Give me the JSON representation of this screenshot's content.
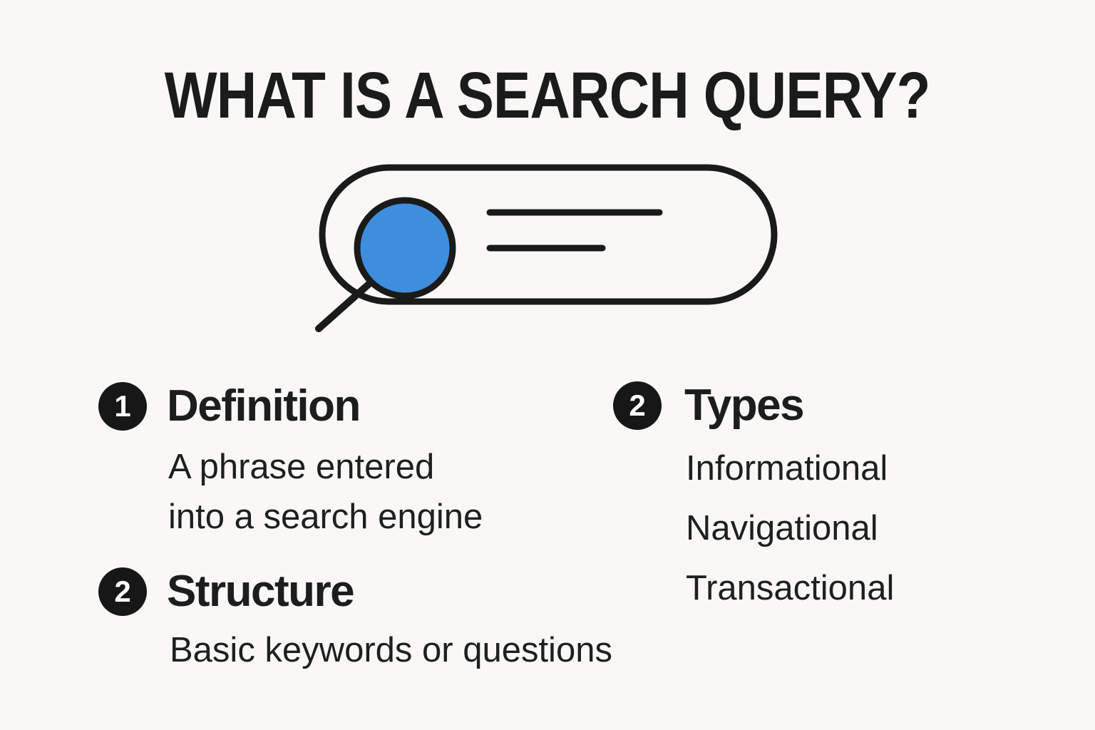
{
  "title": "WHAT IS A SEARCH QUERY?",
  "illustration": {
    "description": "search bar pill with magnifying glass lens and two placeholder text lines",
    "lens_color": "#3E8EDE",
    "outline_color": "#1A1A1A"
  },
  "left_column": {
    "items": [
      {
        "badge": "1",
        "heading": "Definition",
        "lines": [
          "A phrase entered",
          "into a search engine"
        ]
      },
      {
        "badge": "2",
        "heading": "Structure",
        "lines": [
          "Basic keywords or questions"
        ]
      }
    ]
  },
  "right_column": {
    "items": [
      {
        "badge": "2",
        "heading": "Types",
        "lines": [
          "Informational",
          "Navigational",
          "Transactional"
        ]
      }
    ]
  },
  "colors": {
    "background": "#F9F8F6",
    "text": "#1D1D1D",
    "badge_background": "#171717",
    "badge_text": "#FFFFFF"
  }
}
